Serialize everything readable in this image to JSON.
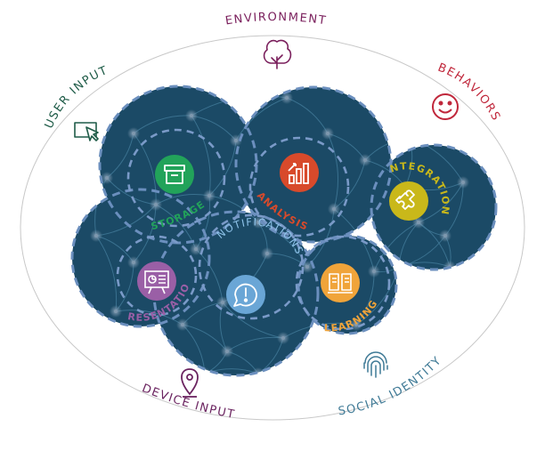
{
  "outer": {
    "environment": "ENVIRONMENT",
    "behaviors": "BEHAVIORS",
    "user_input": "USER INPUT",
    "device_input": "DEVICE INPUT",
    "social_identity": "SOCIAL IDENTITY"
  },
  "modules": {
    "storage": "STORAGE",
    "analysis": "ANALYSIS",
    "integration": "INTEGRATION",
    "presentation": "PRESENTATION",
    "notifications": "NOTIFICATIONS",
    "learning": "LEARNING"
  },
  "colors": {
    "environment": "#7a1f5c",
    "behaviors": "#c0273b",
    "user_input": "#1f5c48",
    "device_input": "#6b2460",
    "social_identity": "#3f7a96",
    "cloud": "#1b4a66",
    "cloud_edge": "#6b8fbe",
    "storage": "#22a35a",
    "analysis": "#d84a2b",
    "integration": "#c9b81a",
    "presentation": "#9a5fa6",
    "notifications": "#6aa6d6",
    "learning": "#f0a43a"
  },
  "icons": {
    "environment": "tree-icon",
    "behaviors": "smiley-icon",
    "user_input": "touchscreen-icon",
    "device_input": "location-pin-icon",
    "social_identity": "fingerprint-icon",
    "storage": "archive-box-icon",
    "analysis": "bar-chart-icon",
    "integration": "puzzle-icon",
    "presentation": "presentation-board-icon",
    "notifications": "alert-icon",
    "learning": "book-icon"
  }
}
